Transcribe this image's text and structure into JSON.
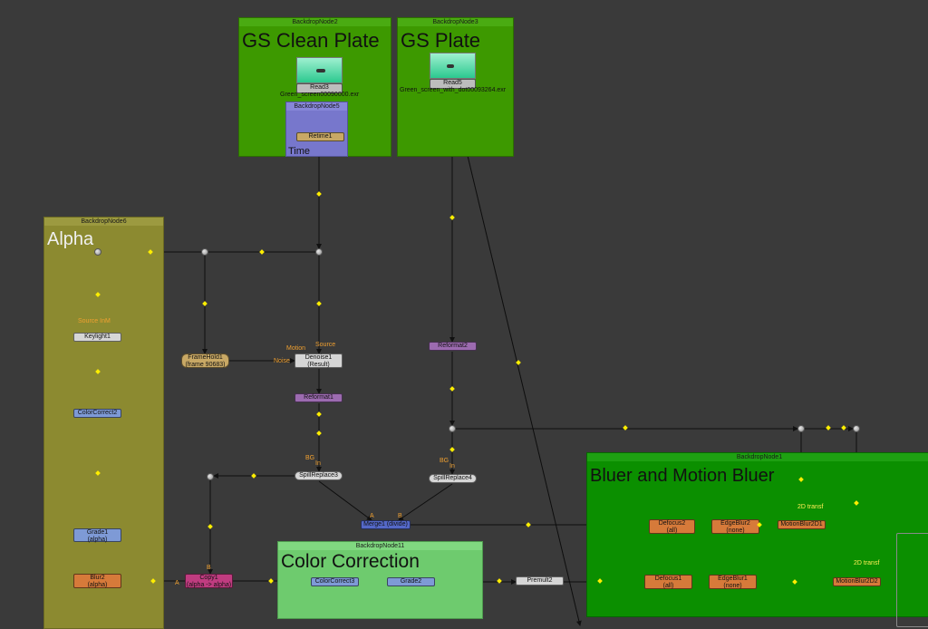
{
  "backdrops": {
    "bd2": {
      "header": "BackdropNode2",
      "title": "GS Clean Plate"
    },
    "bd3": {
      "header": "BackdropNode3",
      "title": "GS Plate"
    },
    "bd5": {
      "header": "BackdropNode5",
      "title": "Time"
    },
    "bd6": {
      "header": "BackdropNode6",
      "title": "Alpha"
    },
    "bd1": {
      "header": "BackdropNode1",
      "title": "Bluer and Motion Bluer"
    },
    "bd11": {
      "header": "BackdropNode11",
      "title": "Color Correction"
    }
  },
  "nodes": {
    "read3": {
      "name": "Read3",
      "file": "Green_screen00090000.exr"
    },
    "read5": {
      "name": "Read5",
      "file": "Green_screen_with_dot00093264.exr"
    },
    "retime1": {
      "name": "Retime1"
    },
    "keylight1": {
      "name": "Keylight1"
    },
    "colorcorrect2": {
      "name": "ColorCorrect2"
    },
    "grade1": {
      "name": "Grade1",
      "sub": "(alpha)"
    },
    "blur2": {
      "name": "Blur2",
      "sub": "(alpha)"
    },
    "copy1": {
      "name": "Copy1",
      "sub": "(alpha -> alpha)"
    },
    "framehold1": {
      "name": "FrameHold1",
      "sub": "(frame 90683)"
    },
    "denoise1": {
      "name": "Denoise1",
      "sub": "(Result)"
    },
    "reformat1": {
      "name": "Reformat1"
    },
    "reformat2": {
      "name": "Reformat2"
    },
    "spillreplace3": {
      "name": "SpillReplace3"
    },
    "spillreplace4": {
      "name": "SpillReplace4"
    },
    "merge1": {
      "name": "Merge1 (divide)"
    },
    "colorcorrect3": {
      "name": "ColorCorrect3"
    },
    "grade2": {
      "name": "Grade2"
    },
    "premult2": {
      "name": "Premult2"
    },
    "defocus2": {
      "name": "Defocus2",
      "sub": "(all)"
    },
    "edgeblur2": {
      "name": "EdgeBlur2",
      "sub": "(none)"
    },
    "motionblur2d1": {
      "name": "MotionBlur2D1"
    },
    "defocus1": {
      "name": "Defocus1",
      "sub": "(all)"
    },
    "edgeblur1": {
      "name": "EdgeBlur1",
      "sub": "(none)"
    },
    "motionblur2d2": {
      "name": "MotionBlur2D2"
    }
  },
  "inputs": {
    "keylight_inputs": "Source InM",
    "denoise_motion": "Motion",
    "denoise_source": "Source",
    "denoise_noise": "Noise",
    "sr3_bg": "BG",
    "sr3_in": "In",
    "sr4_bg": "BG",
    "sr4_in": "In",
    "merge_a": "A",
    "merge_b": "B",
    "copy_b": "B",
    "copy_a": "A",
    "mb1_transf": "2D transf",
    "mb2_transf": "2D transf"
  },
  "colors": {
    "canvas": "#3a3a3a",
    "backdrop_green": "#3d9900",
    "backdrop_green_bright": "#0b8f00",
    "backdrop_time": "#7777cc",
    "backdrop_alpha": "#8c8a30",
    "backdrop_cc": "#6ecb6e",
    "node_blue": "#7e9ad6",
    "node_orange": "#d67a3a",
    "node_purple": "#9c6bb0",
    "node_gray": "#d6d6d6",
    "node_tan": "#c8a865",
    "node_pink": "#c03c80",
    "node_merge": "#5468c8",
    "marker": "#ffee00",
    "wire": "#0d0d0d"
  }
}
